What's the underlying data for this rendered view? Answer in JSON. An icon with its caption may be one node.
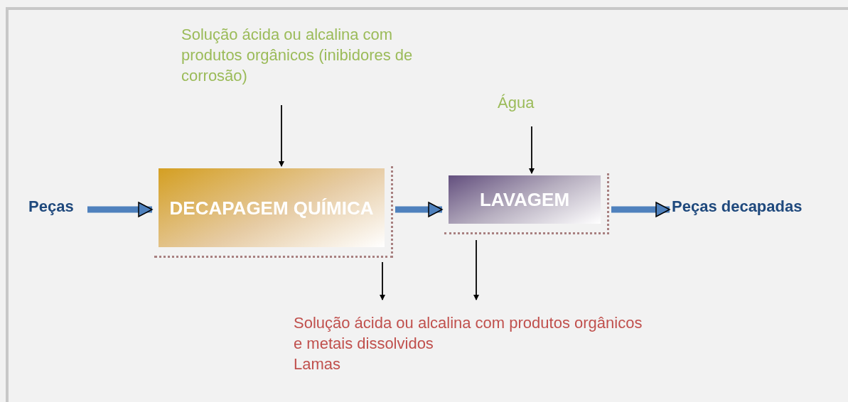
{
  "diagram": {
    "nodes": [
      {
        "text": [
          "Peças"
        ]
      },
      {
        "text": [
          "Solução ácida ou alcalina com produtos orgânicos (inibidores de corrosão)"
        ]
      },
      {
        "text": [
          "DECAPAGEM QUÍMICA"
        ]
      },
      {
        "text": [
          "Água"
        ]
      },
      {
        "text": [
          "LAVAGEM"
        ]
      },
      {
        "text": [
          "Peças decapadas"
        ]
      },
      {
        "text": [
          "Solução ácida ou alcalina com produtos orgânicos e metais dissolvidos",
          "Lamas"
        ]
      }
    ],
    "edges": [
      {
        "from": 0,
        "to": 2,
        "arrow": "to",
        "style": "thick",
        "color": "#4f81bd"
      },
      {
        "from": 1,
        "to": 2,
        "arrow": "to"
      },
      {
        "from": 2,
        "to": 4,
        "arrow": "to",
        "style": "thick",
        "color": "#4f81bd"
      },
      {
        "from": 3,
        "to": 4,
        "arrow": "to"
      },
      {
        "from": 4,
        "to": 5,
        "arrow": "to",
        "style": "thick",
        "color": "#4f81bd"
      },
      {
        "from": 2,
        "to": 6,
        "arrow": "to"
      },
      {
        "from": 4,
        "to": 6,
        "arrow": "to"
      }
    ]
  }
}
